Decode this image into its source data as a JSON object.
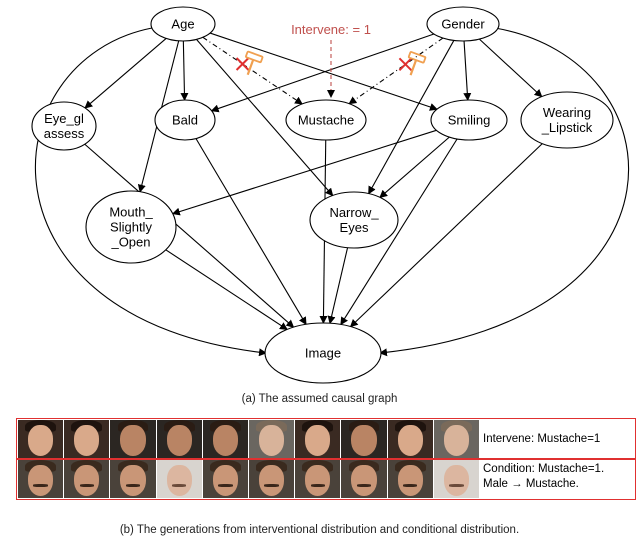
{
  "graph": {
    "nodes": [
      {
        "id": "age",
        "label": [
          "Age"
        ]
      },
      {
        "id": "gender",
        "label": [
          "Gender"
        ]
      },
      {
        "id": "eyeglasses",
        "label": [
          "Eye_gl",
          "assess"
        ]
      },
      {
        "id": "bald",
        "label": [
          "Bald"
        ]
      },
      {
        "id": "mustache",
        "label": [
          "Mustache"
        ]
      },
      {
        "id": "smiling",
        "label": [
          "Smiling"
        ]
      },
      {
        "id": "wearing-lipstick",
        "label": [
          "Wearing",
          "_Lipstick"
        ]
      },
      {
        "id": "mouth-slightly-open",
        "label": [
          "Mouth_",
          "Slightly",
          "_Open"
        ]
      },
      {
        "id": "narrow-eyes",
        "label": [
          "Narrow_",
          "Eyes"
        ]
      },
      {
        "id": "image",
        "label": [
          "Image"
        ]
      }
    ],
    "edges": [
      {
        "from": "age",
        "to": "eyeglasses"
      },
      {
        "from": "age",
        "to": "bald"
      },
      {
        "from": "age",
        "to": "smiling"
      },
      {
        "from": "age",
        "to": "mouth-slightly-open"
      },
      {
        "from": "age",
        "to": "narrow-eyes"
      },
      {
        "from": "age",
        "to": "image"
      },
      {
        "from": "age",
        "to": "mustache",
        "style": "dashed",
        "cut": true
      },
      {
        "from": "gender",
        "to": "bald"
      },
      {
        "from": "gender",
        "to": "smiling"
      },
      {
        "from": "gender",
        "to": "wearing-lipstick"
      },
      {
        "from": "gender",
        "to": "narrow-eyes"
      },
      {
        "from": "gender",
        "to": "image"
      },
      {
        "from": "gender",
        "to": "mustache",
        "style": "dashed",
        "cut": true
      },
      {
        "from": "smiling",
        "to": "mouth-slightly-open"
      },
      {
        "from": "smiling",
        "to": "narrow-eyes"
      },
      {
        "from": "eyeglasses",
        "to": "image"
      },
      {
        "from": "bald",
        "to": "image"
      },
      {
        "from": "mustache",
        "to": "image"
      },
      {
        "from": "smiling",
        "to": "image"
      },
      {
        "from": "wearing-lipstick",
        "to": "image"
      },
      {
        "from": "mouth-slightly-open",
        "to": "image"
      },
      {
        "from": "narrow-eyes",
        "to": "image"
      }
    ],
    "intervene_label": "Intervene: = 1",
    "cut_color": "#e03030",
    "hammer_color": "#f0a050"
  },
  "captions": {
    "a": "(a) The assumed causal graph",
    "b": "(b) The generations from interventional distribution and conditional distribution."
  },
  "rows": [
    {
      "label": [
        "Intervene: Mustache=1"
      ],
      "faces": [
        "female-dark-hair",
        "female-dark-hair",
        "male-dark",
        "male-dark",
        "male-dark",
        "male-light",
        "female-dark-hair",
        "male-dark",
        "female-dark-hair",
        "male-light"
      ]
    },
    {
      "label": [
        "Condition: Mustache=1.",
        "Male → Mustache."
      ],
      "faces": [
        "male-mustache",
        "male-mustache",
        "male-mustache",
        "male-bald-mustache",
        "male-mustache",
        "male-mustache",
        "male-mustache",
        "male-mustache",
        "male-mustache",
        "male-bald-mustache"
      ]
    }
  ],
  "colors": {
    "border": "#e03030",
    "intervene_text": "#c0504d"
  }
}
